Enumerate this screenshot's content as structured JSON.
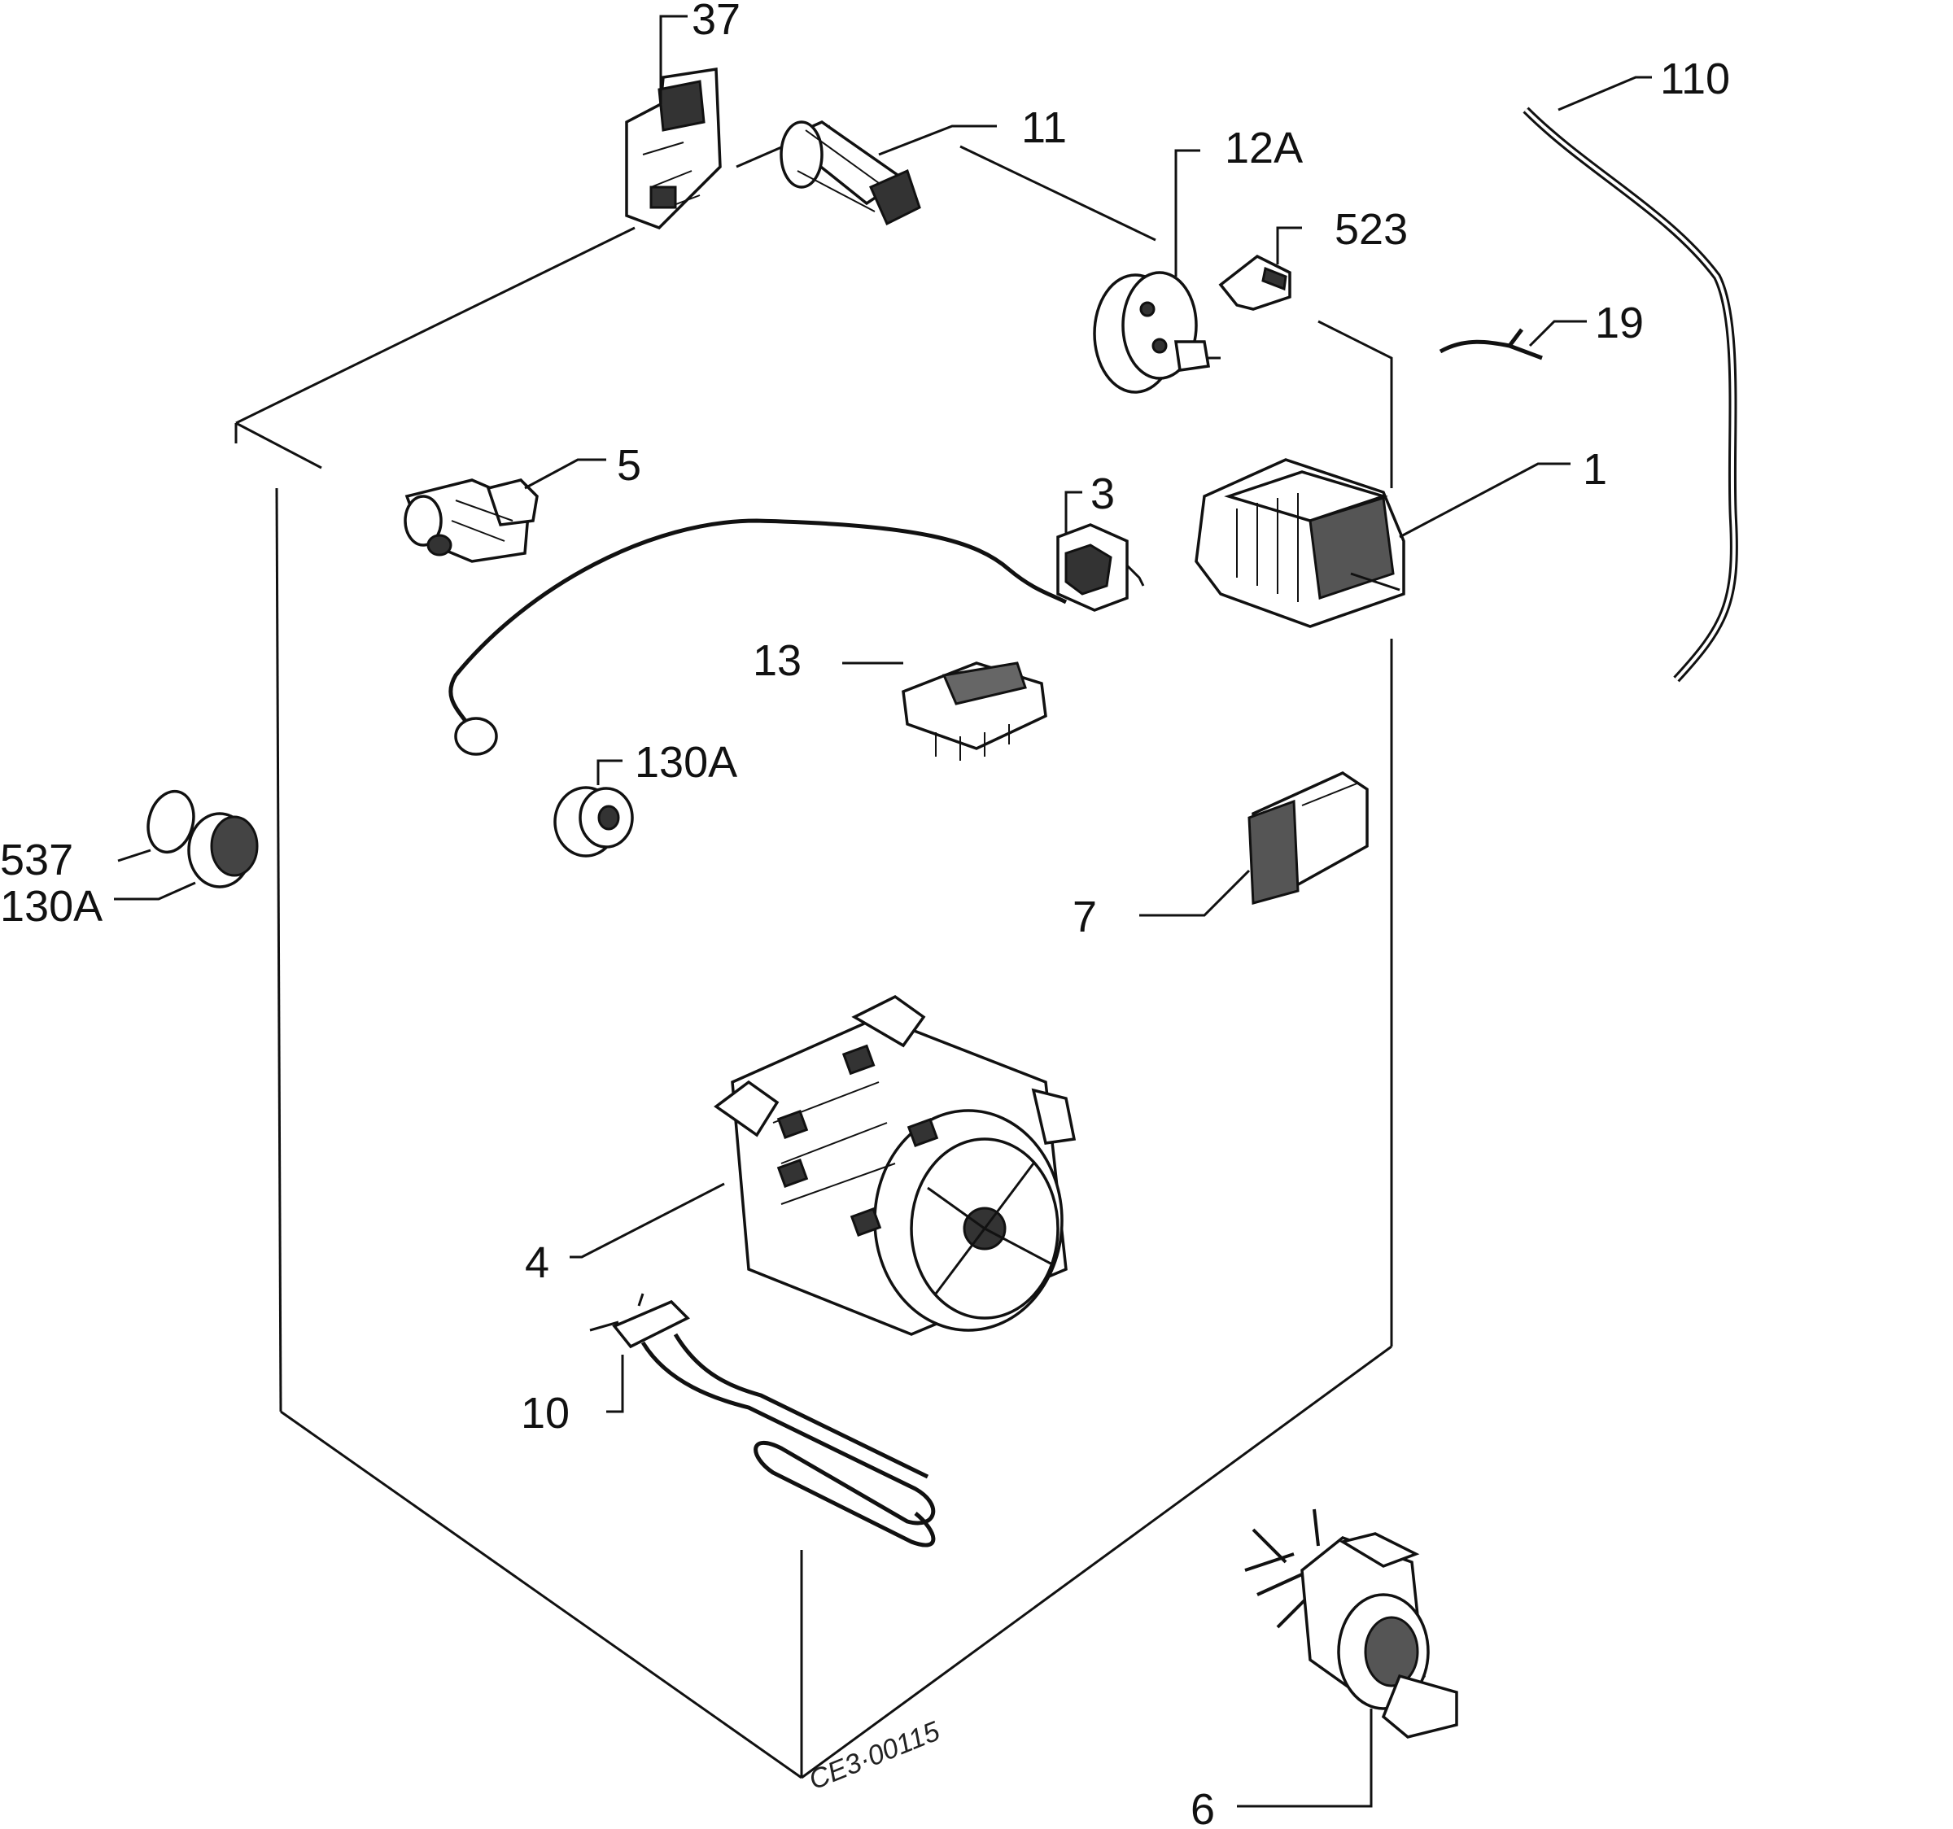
{
  "diagram": {
    "labels": {
      "l37": "37",
      "l11": "11",
      "l12a": "12A",
      "l523": "523",
      "l110": "110",
      "l19": "19",
      "l5": "5",
      "l3": "3",
      "l1": "1",
      "l13": "13",
      "l130a_inner": "130A",
      "l537": "537",
      "l130a_outer": "130A",
      "l7": "7",
      "l4": "4",
      "l10": "10",
      "l6": "6"
    },
    "drawing_code": "CE3·00115"
  }
}
